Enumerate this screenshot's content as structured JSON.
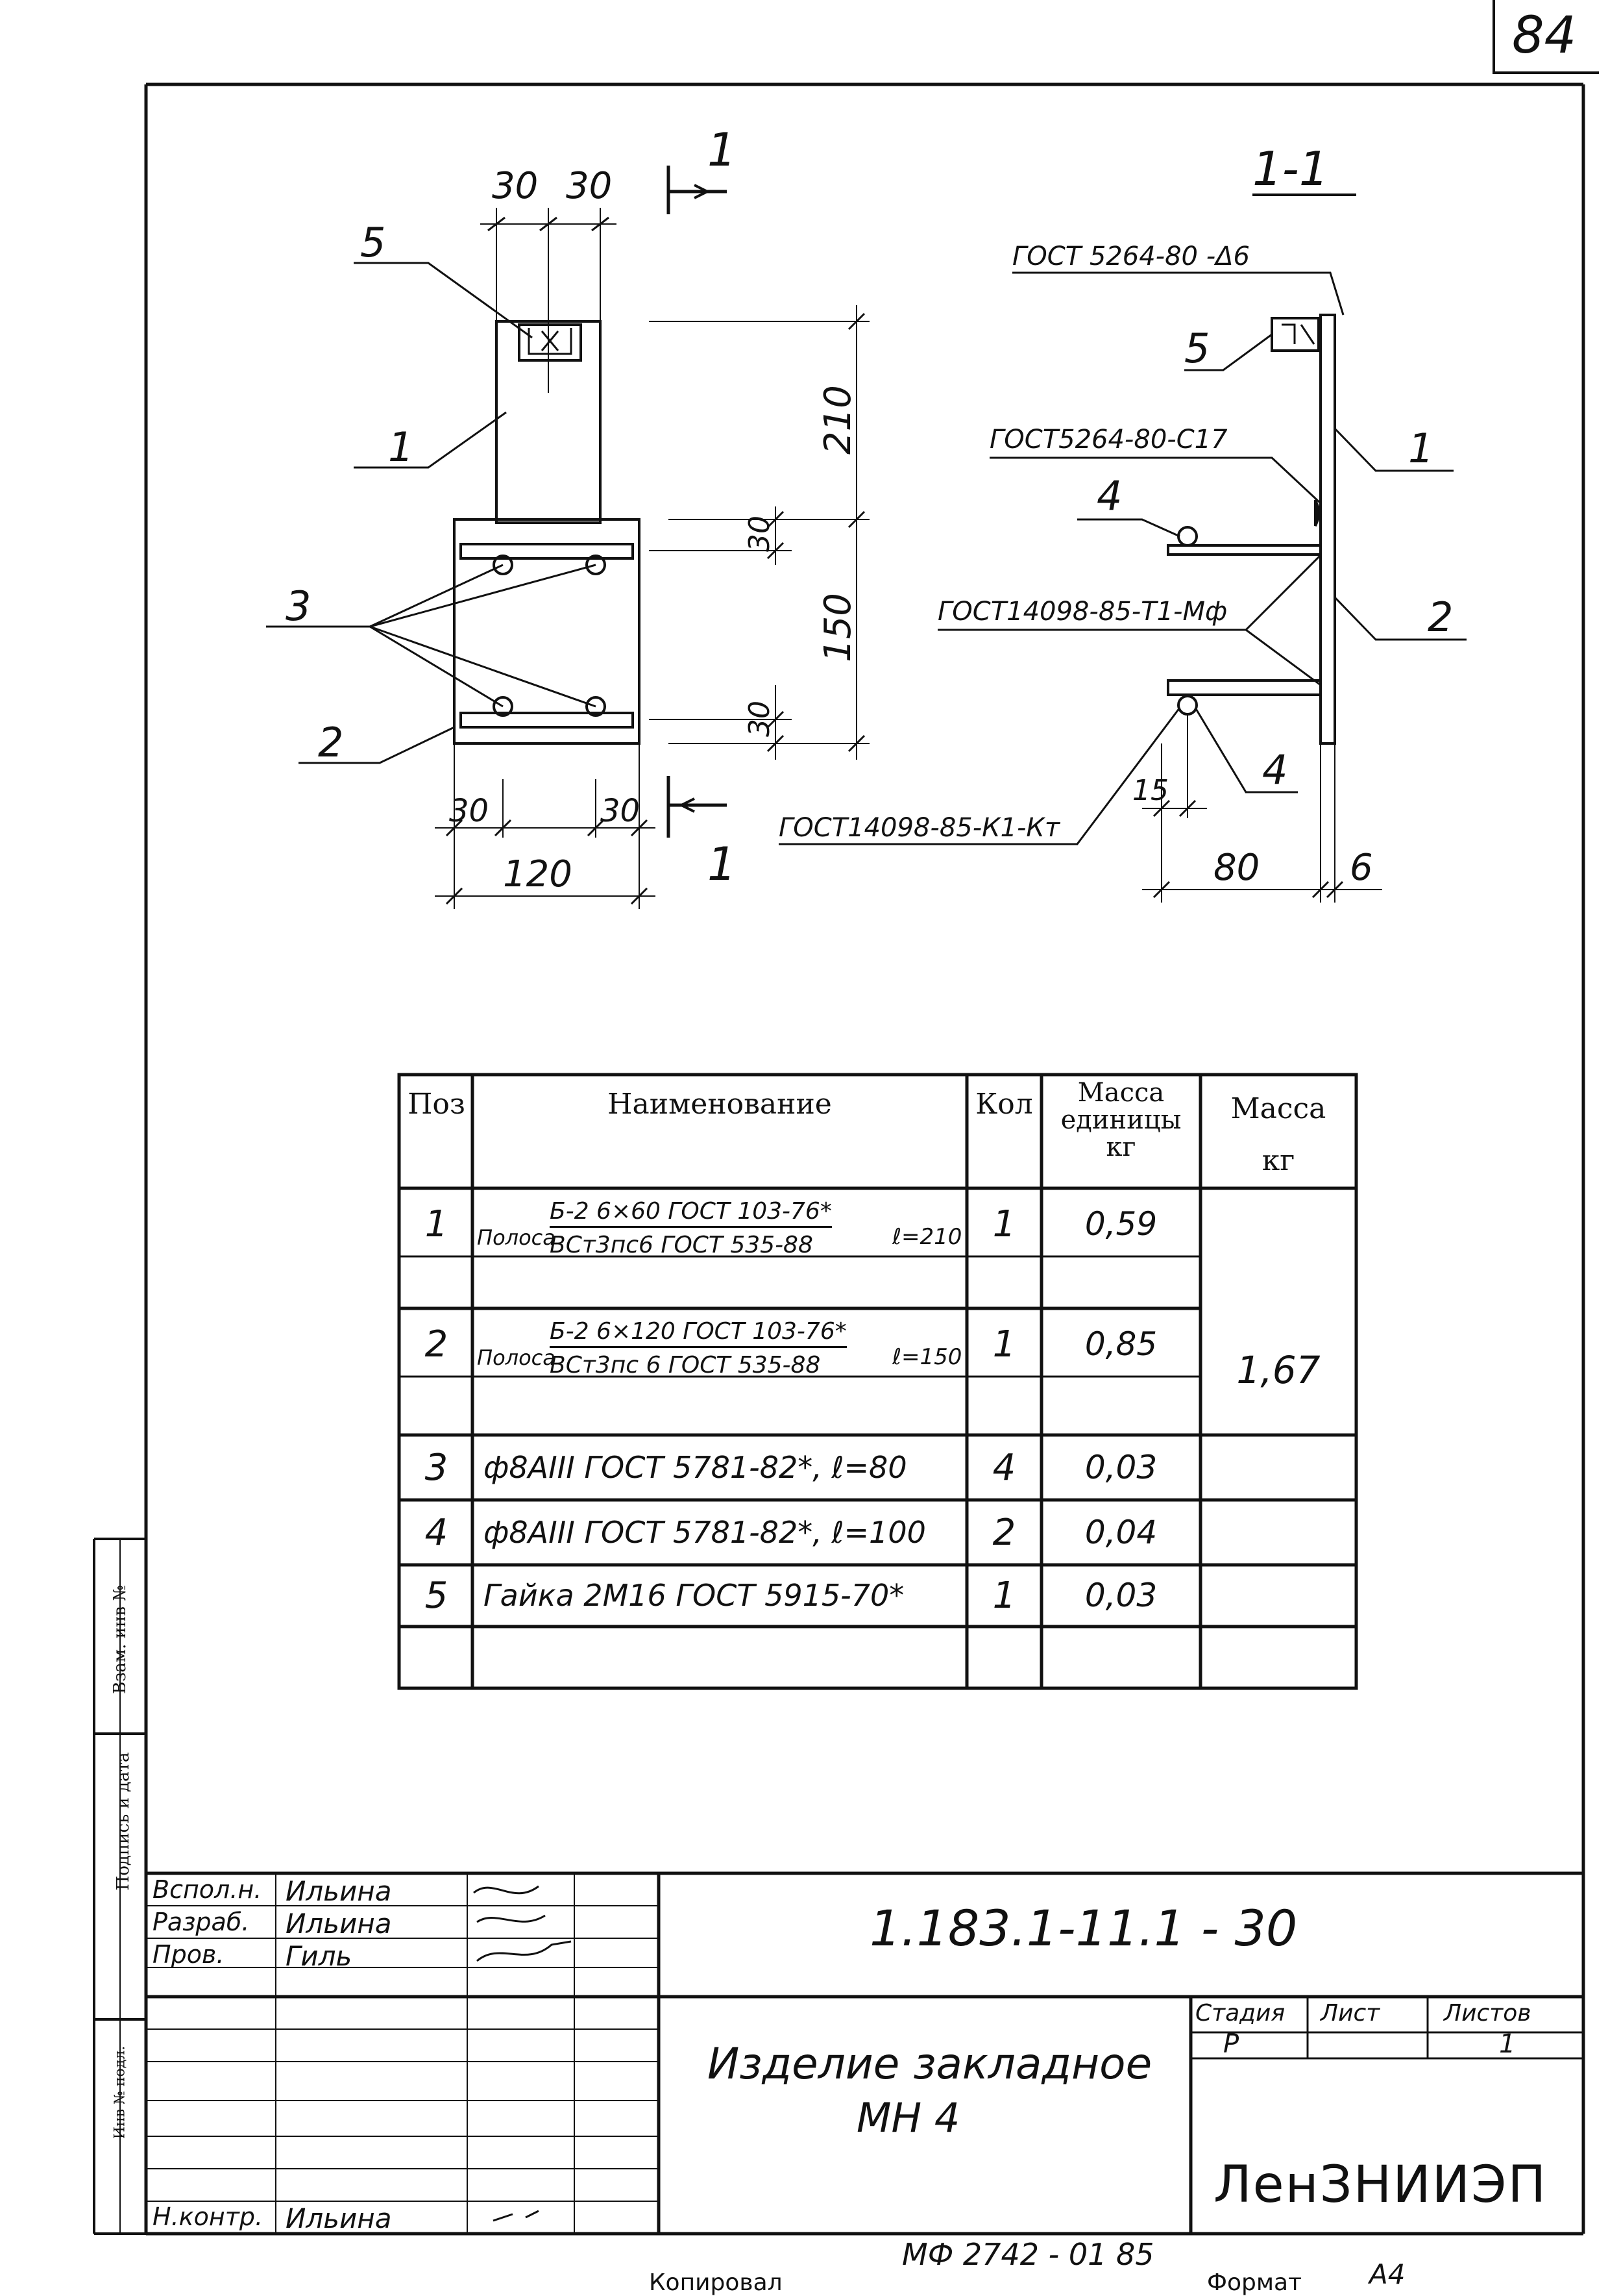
{
  "page_number": "84",
  "left_strip": {
    "label_1": "Взам. инв №",
    "label_2": "Подпись и дата",
    "label_3": "Инв № подл."
  },
  "drawing": {
    "front_view": {
      "dim_top_1": "30",
      "dim_top_2": "30",
      "dim_height_1": "210",
      "dim_height_2": "150",
      "dim_30_upper": "30",
      "dim_30_lower": "30",
      "dim_bottom_1": "30",
      "dim_bottom_2": "30",
      "dim_width": "120",
      "label_5": "5",
      "label_1": "1",
      "label_3": "3",
      "label_2": "2",
      "cut_top": "1",
      "cut_bottom": "1"
    },
    "section_view": {
      "title": "1-1",
      "weld_1": "ГОСТ 5264-80 -Δ6",
      "weld_2": "ГОСТ5264-80-С17",
      "weld_3": "ГОСТ14098-85-Т1-Мф",
      "weld_4": "ГОСТ14098-85-К1-Кт",
      "label_5": "5",
      "label_1": "1",
      "label_4_top": "4",
      "label_2": "2",
      "label_4_bottom": "4",
      "dim_15": "15",
      "dim_80": "80",
      "dim_6": "6"
    }
  },
  "spec_table": {
    "headers": {
      "pos": "Поз",
      "name": "Наименование",
      "qty": "Кол",
      "unit_mass": "Масса единицы кг",
      "mass": "Масса кг"
    },
    "rows": [
      {
        "pos": "1",
        "name_prefix": "Полоса",
        "name_top": "Б-2 6×60 ГОСТ 103-76*",
        "name_bottom": "ВСт3пс6 ГОСТ 535-88",
        "name_suffix": "ℓ=210",
        "qty": "1",
        "unit_mass": "0,59"
      },
      {
        "pos": "2",
        "name_prefix": "Полоса",
        "name_top": "Б-2 6×120 ГОСТ 103-76*",
        "name_bottom": "ВСт3пс 6 ГОСТ 535-88",
        "name_suffix": "ℓ=150",
        "qty": "1",
        "unit_mass": "0,85"
      },
      {
        "pos": "3",
        "name": "ф8АIII ГОСТ 5781-82*, ℓ=80",
        "qty": "4",
        "unit_mass": "0,03"
      },
      {
        "pos": "4",
        "name": "ф8АIII ГОСТ 5781-82*, ℓ=100",
        "qty": "2",
        "unit_mass": "0,04"
      },
      {
        "pos": "5",
        "name": "Гайка 2М16 ГОСТ 5915-70*",
        "qty": "1",
        "unit_mass": "0,03"
      }
    ],
    "total_mass": "1,67"
  },
  "title_block": {
    "roles": [
      "Вспол.н.",
      "Разраб.",
      "Пров.",
      "",
      "",
      "",
      "Н.контр."
    ],
    "names": [
      "Ильина",
      "Ильина",
      "Гиль",
      "",
      "",
      "",
      "Ильина"
    ],
    "doc_number": "1.183.1-11.1 - 30",
    "product_name_line1": "Изделие закладное",
    "product_name_line2": "МН 4",
    "stage_label": "Стадия",
    "sheet_label": "Лист",
    "sheets_label": "Листов",
    "stage_value": "Р",
    "sheet_value": "",
    "sheets_value": "1",
    "organization": "ЛенЗНИИЭП"
  },
  "footer": {
    "code": "МФ 2742 - 01  85",
    "copied": "Копировал",
    "format_label": "Формат",
    "format_value": "А4"
  }
}
